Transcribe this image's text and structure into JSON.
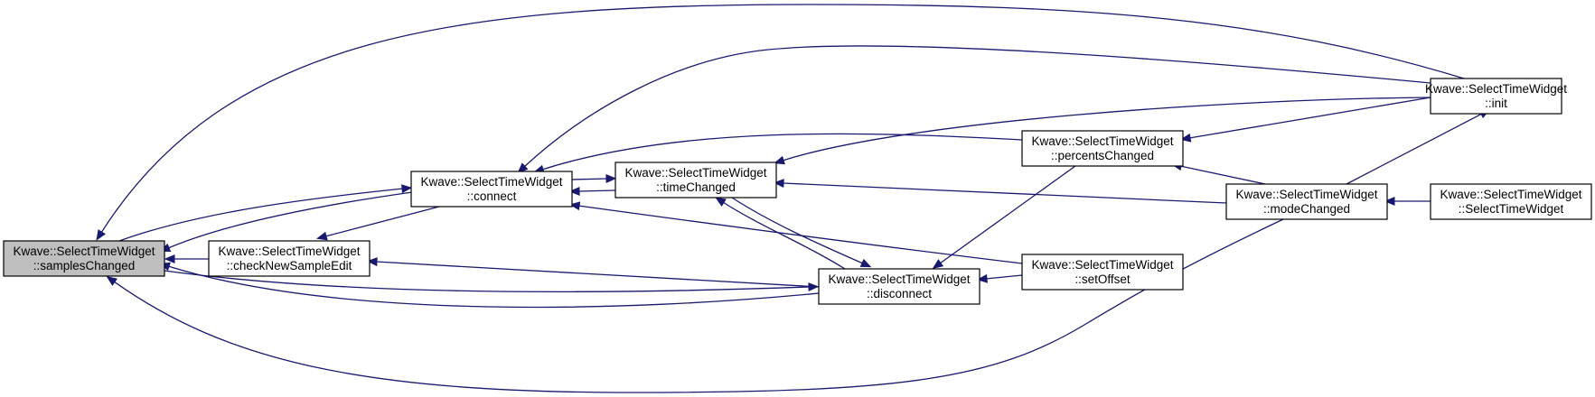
{
  "colors": {
    "edge": "#191970",
    "highlight_fill": "#bfbfbf",
    "node_border": "#000000",
    "background": "#ffffff"
  },
  "nodes": [
    {
      "id": "samplesChanged",
      "line1": "Kwave::SelectTimeWidget",
      "line2": "::samplesChanged",
      "highlight": true
    },
    {
      "id": "connect",
      "line1": "Kwave::SelectTimeWidget",
      "line2": "::connect"
    },
    {
      "id": "checkNewSampleEdit",
      "line1": "Kwave::SelectTimeWidget",
      "line2": "::checkNewSampleEdit"
    },
    {
      "id": "timeChanged",
      "line1": "Kwave::SelectTimeWidget",
      "line2": "::timeChanged"
    },
    {
      "id": "disconnect",
      "line1": "Kwave::SelectTimeWidget",
      "line2": "::disconnect"
    },
    {
      "id": "percentsChanged",
      "line1": "Kwave::SelectTimeWidget",
      "line2": "::percentsChanged"
    },
    {
      "id": "setOffset",
      "line1": "Kwave::SelectTimeWidget",
      "line2": "::setOffset"
    },
    {
      "id": "modeChanged",
      "line1": "Kwave::SelectTimeWidget",
      "line2": "::modeChanged"
    },
    {
      "id": "init",
      "line1": "Kwave::SelectTimeWidget",
      "line2": "::init"
    },
    {
      "id": "SelectTimeWidget",
      "line1": "Kwave::SelectTimeWidget",
      "line2": "::SelectTimeWidget"
    }
  ],
  "edges": [
    {
      "from": "connect",
      "to": "samplesChanged"
    },
    {
      "from": "samplesChanged",
      "to": "connect"
    },
    {
      "from": "checkNewSampleEdit",
      "to": "samplesChanged"
    },
    {
      "from": "disconnect",
      "to": "samplesChanged"
    },
    {
      "from": "samplesChanged",
      "to": "disconnect"
    },
    {
      "from": "init",
      "to": "samplesChanged"
    },
    {
      "from": "modeChanged",
      "to": "samplesChanged"
    },
    {
      "from": "connect",
      "to": "checkNewSampleEdit"
    },
    {
      "from": "disconnect",
      "to": "checkNewSampleEdit"
    },
    {
      "from": "timeChanged",
      "to": "connect"
    },
    {
      "from": "connect",
      "to": "timeChanged"
    },
    {
      "from": "init",
      "to": "connect"
    },
    {
      "from": "percentsChanged",
      "to": "connect"
    },
    {
      "from": "setOffset",
      "to": "connect"
    },
    {
      "from": "disconnect",
      "to": "timeChanged"
    },
    {
      "from": "timeChanged",
      "to": "disconnect"
    },
    {
      "from": "init",
      "to": "timeChanged"
    },
    {
      "from": "modeChanged",
      "to": "timeChanged"
    },
    {
      "from": "percentsChanged",
      "to": "disconnect"
    },
    {
      "from": "setOffset",
      "to": "disconnect"
    },
    {
      "from": "init",
      "to": "percentsChanged"
    },
    {
      "from": "modeChanged",
      "to": "percentsChanged"
    },
    {
      "from": "modeChanged",
      "to": "init"
    },
    {
      "from": "SelectTimeWidget",
      "to": "modeChanged"
    }
  ]
}
